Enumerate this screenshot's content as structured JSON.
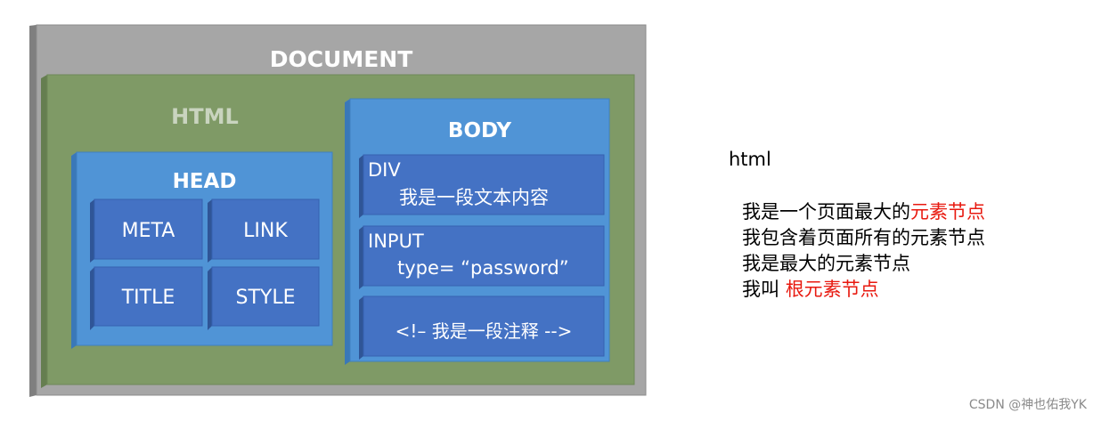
{
  "diagram": {
    "document_label": "DOCUMENT",
    "html_label": "HTML",
    "head": {
      "label": "HEAD",
      "items": [
        "META",
        "LINK",
        "TITLE",
        "STYLE"
      ]
    },
    "body": {
      "label": "BODY",
      "div": {
        "title": "DIV",
        "content": "我是一段文本内容"
      },
      "input": {
        "title": "INPUT",
        "content": "type= “password”"
      },
      "comment": "<!– 我是一段注释 -->"
    }
  },
  "notes": {
    "title": "html",
    "line1_plain": "我是一个页面最大的",
    "line1_red": "元素节点",
    "line2": "我包含着页面所有的元素节点",
    "line3": "我是最大的元素节点",
    "line4_plain": "我叫 ",
    "line4_red": "根元素节点"
  },
  "watermark": "CSDN @神也佑我YK",
  "colors": {
    "document_front": "#a6a6a6",
    "document_side": "#878787",
    "html_front": "#7f9a66",
    "html_side": "#6b8755",
    "container_blue": "#5094d6",
    "inner_blue": "#4472c4",
    "html_label_color": "#c9d4bf",
    "red_text": "#e8190f"
  }
}
